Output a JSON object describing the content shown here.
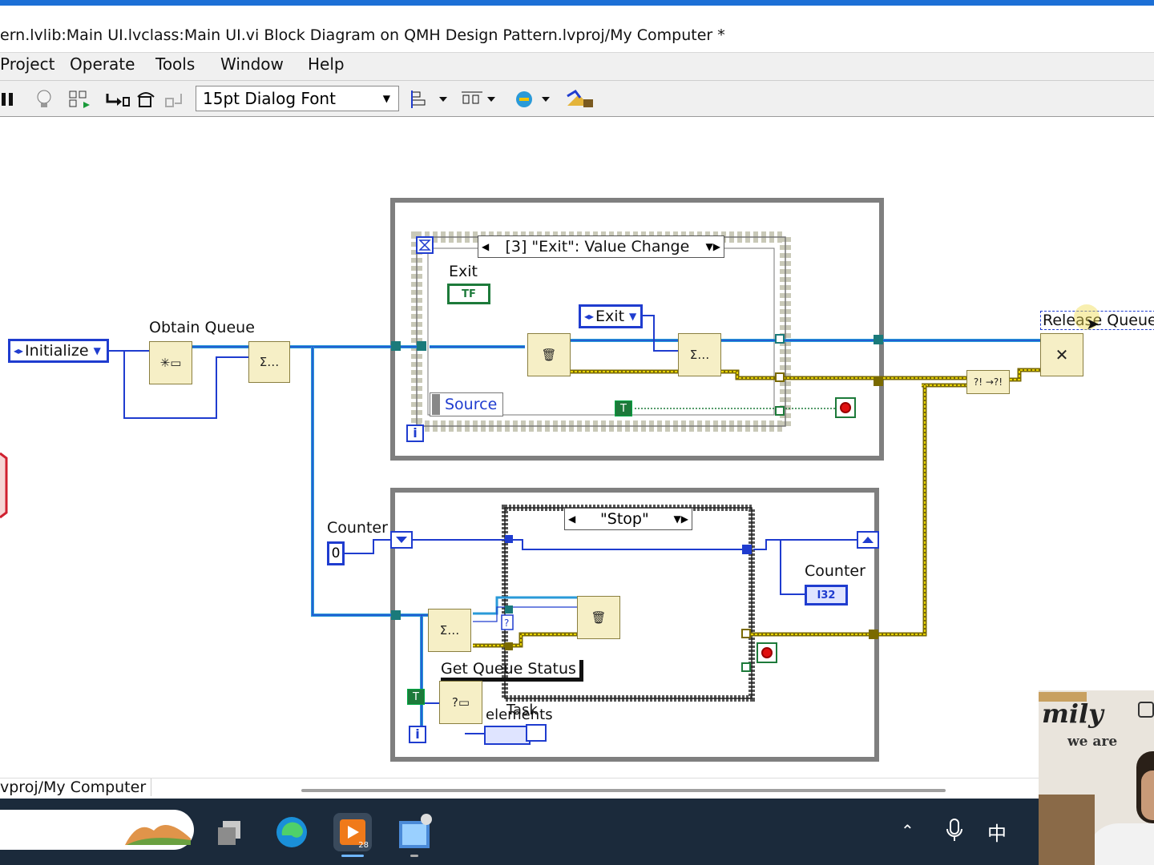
{
  "window": {
    "title": "ern.lvlib:Main UI.lvclass:Main UI.vi Block Diagram on QMH Design Pattern.lvproj/My Computer *"
  },
  "menu": {
    "items": [
      "Project",
      "Operate",
      "Tools",
      "Window",
      "Help"
    ]
  },
  "toolbar": {
    "font_select": "15pt Dialog Font"
  },
  "diagram": {
    "obtain_queue_label": "Obtain Queue",
    "initialize_enum": "Initialize",
    "event_case_selector": "[3] \"Exit\": Value Change",
    "exit_label": "Exit",
    "exit_bool": "TF",
    "exit_enum": "Exit",
    "source_label": "Source",
    "true_const": "T",
    "release_queue_label": "Release Queue",
    "counter_label": "Counter",
    "counter_const": "0",
    "stop_case_selector": "\"Stop\"",
    "counter_indicator_label": "Counter",
    "counter_indicator_type": "I32",
    "get_queue_status_label": "Get Queue Status",
    "task_label": "Task",
    "elements_label": "elements",
    "loop_iteration": "i"
  },
  "status_bar": {
    "text": "vproj/My Computer"
  },
  "taskbar": {
    "badge": "28",
    "ime": "中"
  },
  "overlay": {
    "line1": "mily",
    "line2": "we are"
  },
  "colors": {
    "wire_blue": "#1f3ccf",
    "wire_cyan": "#2a9ad8",
    "wire_yellow": "#d8c000",
    "structure_gray": "#7f7f7f",
    "node_fill": "#f6efc6"
  }
}
